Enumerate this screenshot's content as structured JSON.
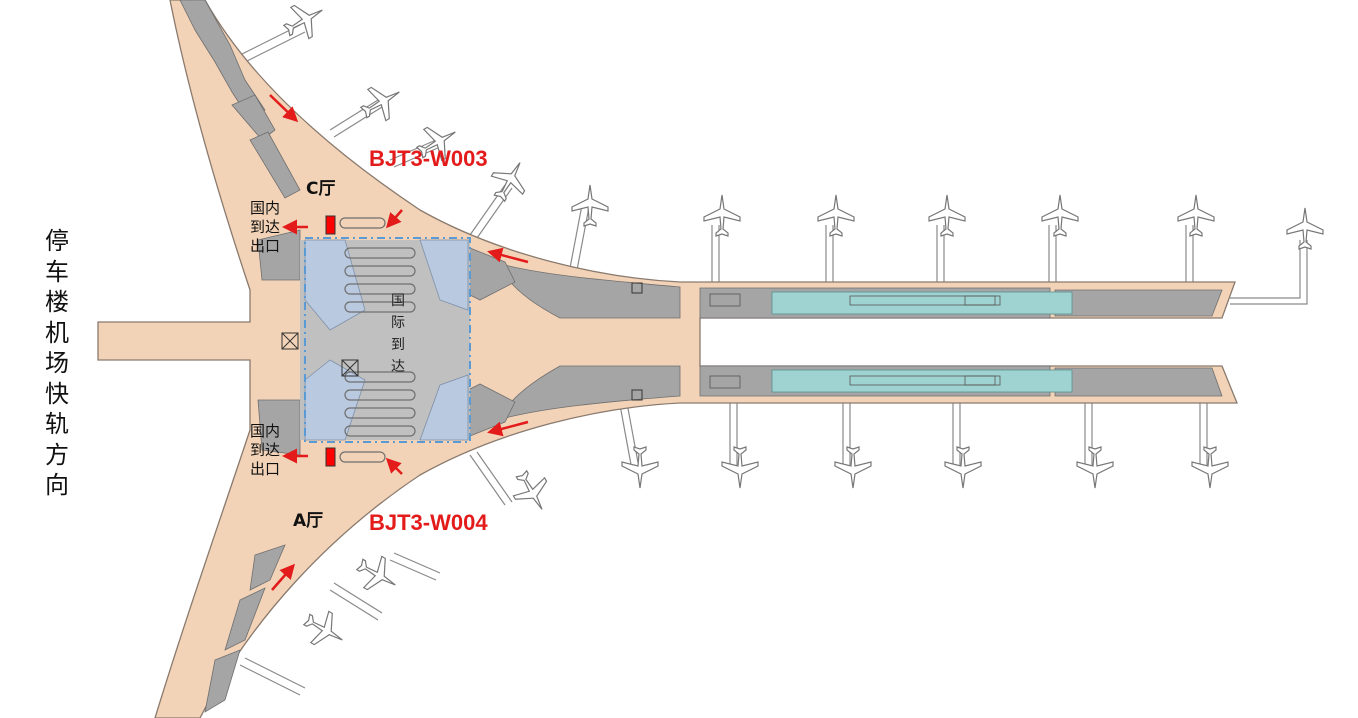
{
  "side_label": [
    "停",
    "车",
    "楼",
    "机",
    "场",
    "快",
    "轨",
    "方",
    "向"
  ],
  "gate_codes": {
    "north": "BJT3-W003",
    "south": "BJT3-W004"
  },
  "halls": {
    "north": "C厅",
    "south": "A厅"
  },
  "domestic_exit": [
    "国内",
    "到达",
    "出口"
  ],
  "intl_arrivals": [
    "国",
    "际",
    "到",
    "达"
  ],
  "colors": {
    "terminal_fill": "#f2d3b7",
    "terminal_stroke": "#8a7a6e",
    "building_grey": "#a5a5a5",
    "zone_blue": "#b9c9df",
    "zone_dash": "#5b9bd5",
    "train_teal": "#9fd3d2",
    "arrow_red": "#e31b1b",
    "marker_red": "#ff0000"
  },
  "icons": [
    "airplane-icon",
    "arrow-icon",
    "exit-marker-icon",
    "elevator-icon"
  ]
}
